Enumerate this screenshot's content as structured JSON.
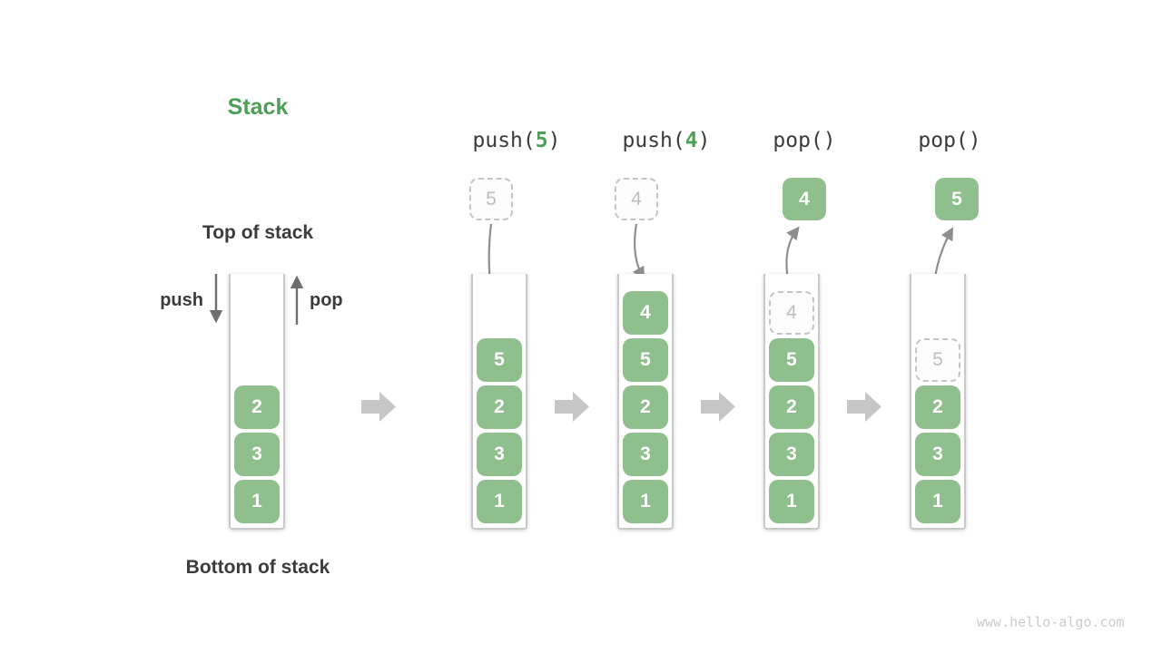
{
  "watermark": "www.hello-algo.com",
  "colors": {
    "accent_green": "#4C9F55",
    "cell_green": "#8FBF8D",
    "cell_text": "#FFFFFF",
    "ghost_border": "#C4C4C4",
    "ghost_text": "#BDBDBD",
    "label_dark": "#3B3B3B",
    "container_border": "#C9C9C9",
    "flow_arrow": "#C6C6C6",
    "curve_arrow": "#8E8E8E",
    "pushpop_arrow": "#6E6E6E",
    "watermark_gray": "#CCCCCC"
  },
  "legend": {
    "title": "Stack",
    "top_of_stack": "Top of stack",
    "bottom_of_stack": "Bottom of stack",
    "push_arrow_label": "push",
    "pop_arrow_label": "pop"
  },
  "initial_stack": {
    "cells": [
      {
        "value": "2",
        "kind": "solid"
      },
      {
        "value": "3",
        "kind": "solid"
      },
      {
        "value": "1",
        "kind": "solid"
      }
    ]
  },
  "stages": [
    {
      "operation": {
        "prefix": "push(",
        "value": "5",
        "suffix": ")"
      },
      "floating_box": {
        "value": "5",
        "kind": "ghost"
      },
      "arrow_direction": "into-stack",
      "cells": [
        {
          "value": "5",
          "kind": "solid"
        },
        {
          "value": "2",
          "kind": "solid"
        },
        {
          "value": "3",
          "kind": "solid"
        },
        {
          "value": "1",
          "kind": "solid"
        }
      ]
    },
    {
      "operation": {
        "prefix": "push(",
        "value": "4",
        "suffix": ")"
      },
      "floating_box": {
        "value": "4",
        "kind": "ghost"
      },
      "arrow_direction": "into-stack",
      "cells": [
        {
          "value": "4",
          "kind": "solid"
        },
        {
          "value": "5",
          "kind": "solid"
        },
        {
          "value": "2",
          "kind": "solid"
        },
        {
          "value": "3",
          "kind": "solid"
        },
        {
          "value": "1",
          "kind": "solid"
        }
      ]
    },
    {
      "operation": {
        "prefix": "pop(",
        "value": "",
        "suffix": ")"
      },
      "floating_box": {
        "value": "4",
        "kind": "solid"
      },
      "arrow_direction": "out-of-stack",
      "cells": [
        {
          "value": "4",
          "kind": "ghost"
        },
        {
          "value": "5",
          "kind": "solid"
        },
        {
          "value": "2",
          "kind": "solid"
        },
        {
          "value": "3",
          "kind": "solid"
        },
        {
          "value": "1",
          "kind": "solid"
        }
      ]
    },
    {
      "operation": {
        "prefix": "pop(",
        "value": "",
        "suffix": ")"
      },
      "floating_box": {
        "value": "5",
        "kind": "solid"
      },
      "arrow_direction": "out-of-stack",
      "cells": [
        {
          "value": "5",
          "kind": "ghost"
        },
        {
          "value": "2",
          "kind": "solid"
        },
        {
          "value": "3",
          "kind": "solid"
        },
        {
          "value": "1",
          "kind": "solid"
        }
      ]
    }
  ]
}
